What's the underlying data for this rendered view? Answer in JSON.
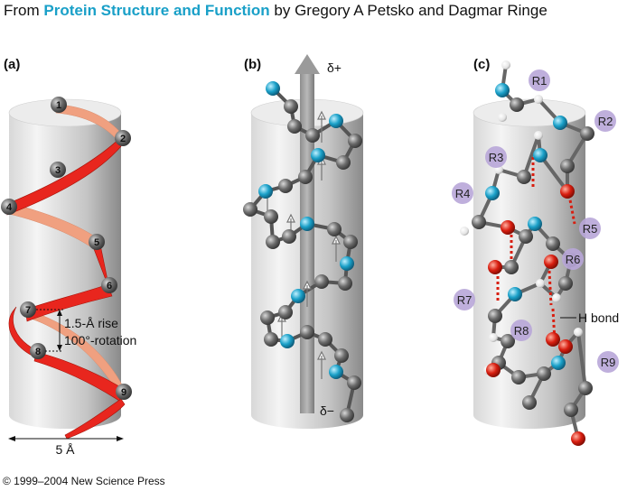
{
  "header": {
    "prefix": "From ",
    "book_title": "Protein Structure and Function",
    "authors": " by Gregory A Petsko and Dagmar Ringe"
  },
  "panels": {
    "a": {
      "label": "(a)",
      "residue_numbers": [
        "1",
        "2",
        "3",
        "4",
        "5",
        "6",
        "7",
        "8",
        "9"
      ],
      "rise_label": "1.5-Å rise",
      "rotation_label": "100°-rotation",
      "width_label": "5 Å"
    },
    "b": {
      "label": "(b)",
      "dipole_plus": "δ+",
      "dipole_minus": "δ−"
    },
    "c": {
      "label": "(c)",
      "r_groups": [
        "R1",
        "R2",
        "R3",
        "R4",
        "R5",
        "R6",
        "R7",
        "R8",
        "R9"
      ],
      "hbond_label": "H bond"
    }
  },
  "copyright": "© 1999–2004 New Science Press",
  "colors": {
    "title_accent": "#1aa0c8",
    "ribbon_front": "#e8261e",
    "ribbon_back": "#f0a080",
    "carbon": "#6b6b6b",
    "nitrogen": "#1aa0c8",
    "oxygen": "#d81e10",
    "hydrogen": "#f2f2f2",
    "r_group": "#b8a6d8",
    "hbond": "#d81e10"
  }
}
